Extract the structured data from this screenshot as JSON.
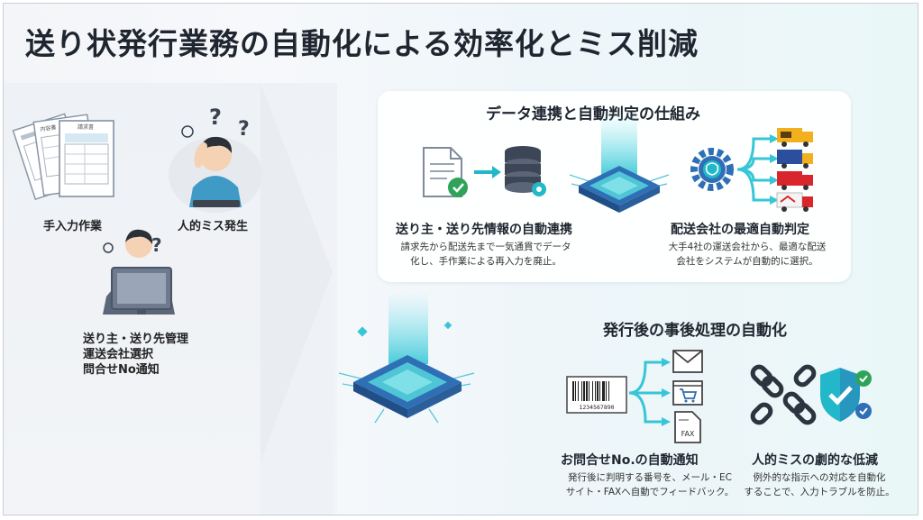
{
  "title": "送り状発行業務の自動化による効率化とミス削減",
  "left": {
    "manual_label": "手入力作業",
    "error_label": "人的ミス発生",
    "form_header": "請求書",
    "form_header2": "内容書",
    "issues": [
      "送り主・送り先管理",
      "運送会社選択",
      "問合せNo通知"
    ]
  },
  "top_section": {
    "title": "データ連携と自動判定の仕組み",
    "left_heading": "送り主・送り先情報の自動連携",
    "left_desc": [
      "請求先から配送先まで一気通貫でデータ",
      "化し、手作業による再入力を廃止。"
    ],
    "right_heading": "配送会社の最適自動判定",
    "right_desc": [
      "大手4社の運送会社から、最適な配送",
      "会社をシステムが自動的に選択。"
    ]
  },
  "bottom_section": {
    "title": "発行後の事後処理の自動化",
    "barcode_number": "1234567890",
    "fax_label": "FAX",
    "left_heading": "お問合せNo.の自動通知",
    "left_desc": [
      "発行後に判明する番号を、メール・EC",
      "サイト・FAXへ自動でフィードバック。"
    ],
    "right_heading": "人的ミスの劇的な低減",
    "right_desc": [
      "例外的な指示への対応を自動化",
      "することで、入力トラブルを防止。"
    ]
  },
  "colors": {
    "accent_teal": "#22b8c9",
    "chip_blue": "#2f6fb5",
    "check_green": "#2fa35a",
    "truck_yellow": "#f2b01e",
    "truck_red": "#d9262c"
  }
}
